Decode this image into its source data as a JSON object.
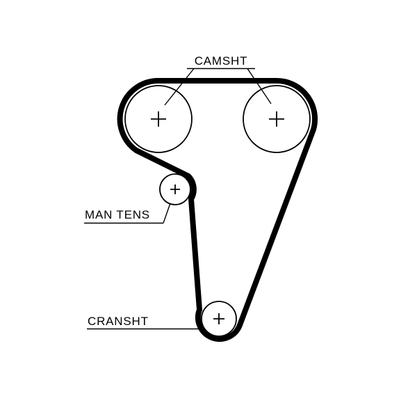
{
  "diagram": {
    "type": "timing-belt-routing",
    "labels": {
      "camshaft": "CAMSHT",
      "manual_tensioner": "MAN TENS",
      "crankshaft": "CRANSHT"
    },
    "components": [
      {
        "id": "camshaft-pulley-left",
        "label": "CAMSHT"
      },
      {
        "id": "camshaft-pulley-right",
        "label": "CAMSHT"
      },
      {
        "id": "manual-tensioner-pulley",
        "label": "MAN TENS"
      },
      {
        "id": "crankshaft-pulley",
        "label": "CRANSHT"
      }
    ],
    "colors": {
      "ink": "#000000",
      "belt": "#000000",
      "background": "#ffffff"
    }
  }
}
